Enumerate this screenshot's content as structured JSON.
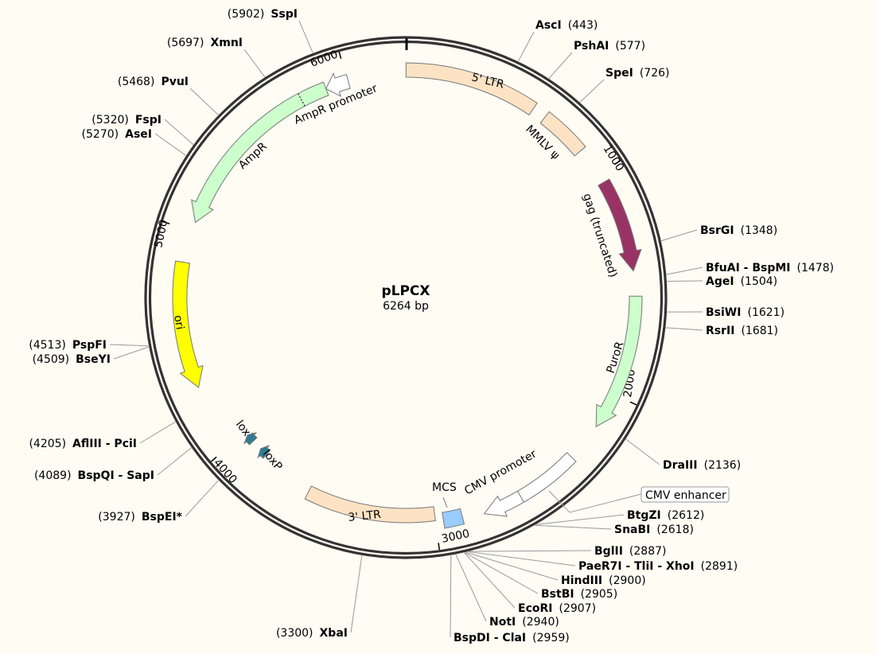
{
  "plasmid": {
    "name": "pLPCX",
    "length_label": "6264 bp",
    "length": 6264
  },
  "ticks": [
    {
      "value": 1000,
      "label": "1000"
    },
    {
      "value": 2000,
      "label": "2000"
    },
    {
      "value": 3000,
      "label": "3000"
    },
    {
      "value": 4000,
      "label": "4000"
    },
    {
      "value": 5000,
      "label": "5000"
    },
    {
      "value": 6000,
      "label": "6000"
    }
  ],
  "features": [
    {
      "label": "5' LTR",
      "start": 1,
      "end": 592,
      "direction": "none",
      "color": "#fde3c4"
    },
    {
      "label": "MMLV ψ",
      "start": 655,
      "end": 870,
      "direction": "none",
      "color": "#fde3c4"
    },
    {
      "label": "gag (truncated)",
      "start": 1040,
      "end": 1450,
      "direction": "forward",
      "color": "#993366"
    },
    {
      "label": "PuroR",
      "start": 1560,
      "end": 2160,
      "direction": "forward",
      "color": "#ccffcc"
    },
    {
      "label": "CMV promoter",
      "start": 2330,
      "end": 2785,
      "direction": "forward",
      "color": "#ffffff"
    },
    {
      "label": "MCS",
      "start": 2880,
      "end": 2965,
      "direction": "none",
      "color": "#99ccff"
    },
    {
      "label": "3' LTR",
      "start": 3000,
      "end": 3595,
      "direction": "none",
      "color": "#fde3c4"
    },
    {
      "label": "loxP",
      "start": 3855,
      "end": 3895,
      "direction": "forward",
      "color": "#2e7b93"
    },
    {
      "label": "loxP",
      "start": 3945,
      "end": 3985,
      "direction": "forward",
      "color": "#2e7b93"
    },
    {
      "label": "ori",
      "start": 4290,
      "end": 4855,
      "direction": "reverse",
      "color": "#ffff00"
    },
    {
      "label": "AmpR",
      "start": 5040,
      "end": 5900,
      "direction": "reverse",
      "color": "#ccffcc"
    },
    {
      "label": "AmpR promoter",
      "start": 5900,
      "end": 6005,
      "direction": "reverse",
      "color": "#ffffff"
    }
  ],
  "cmv_enhancer_label": "CMV enhancer",
  "sites": [
    {
      "name": "AscI",
      "position": "443",
      "bp": 443,
      "side": "right"
    },
    {
      "name": "PshAI",
      "position": "577",
      "bp": 577,
      "side": "right"
    },
    {
      "name": "SpeI",
      "position": "726",
      "bp": 726,
      "side": "right"
    },
    {
      "name": "BsrGI",
      "position": "1348",
      "bp": 1348,
      "side": "right"
    },
    {
      "name": "BfuAI - BspMI",
      "position": "1478",
      "bp": 1478,
      "side": "right"
    },
    {
      "name": "AgeI",
      "position": "1504",
      "bp": 1504,
      "side": "right"
    },
    {
      "name": "BsiWI",
      "position": "1621",
      "bp": 1621,
      "side": "right"
    },
    {
      "name": "RsrII",
      "position": "1681",
      "bp": 1681,
      "side": "right"
    },
    {
      "name": "DraIII",
      "position": "2136",
      "bp": 2136,
      "side": "right"
    },
    {
      "name": "BtgZI",
      "position": "2612",
      "bp": 2612,
      "side": "right"
    },
    {
      "name": "SnaBI",
      "position": "2618",
      "bp": 2618,
      "side": "right"
    },
    {
      "name": "BglII",
      "position": "2887",
      "bp": 2887,
      "side": "right"
    },
    {
      "name": "PaeR7I - TliI - XhoI",
      "position": "2891",
      "bp": 2891,
      "side": "right"
    },
    {
      "name": "HindIII",
      "position": "2900",
      "bp": 2900,
      "side": "right"
    },
    {
      "name": "BstBI",
      "position": "2905",
      "bp": 2905,
      "side": "right"
    },
    {
      "name": "EcoRI",
      "position": "2907",
      "bp": 2907,
      "side": "right"
    },
    {
      "name": "NotI",
      "position": "2940",
      "bp": 2940,
      "side": "right"
    },
    {
      "name": "BspDI - ClaI",
      "position": "2959",
      "bp": 2959,
      "side": "right"
    },
    {
      "name": "XbaI",
      "position": "3300",
      "bp": 3300,
      "side": "left"
    },
    {
      "name": "BspEI*",
      "position": "3927",
      "bp": 3927,
      "side": "left",
      "color": "#808080"
    },
    {
      "name": "BspQI - SapI",
      "position": "4089",
      "bp": 4089,
      "side": "left"
    },
    {
      "name": "AflIII - PciI",
      "position": "4205",
      "bp": 4205,
      "side": "left"
    },
    {
      "name": "PspFI",
      "position": "4513",
      "bp": 4513,
      "side": "left"
    },
    {
      "name": "BseYI",
      "position": "4509",
      "bp": 4509,
      "side": "left"
    },
    {
      "name": "AseI",
      "position": "5270",
      "bp": 5270,
      "side": "left"
    },
    {
      "name": "FspI",
      "position": "5320",
      "bp": 5320,
      "side": "left"
    },
    {
      "name": "PvuI",
      "position": "5468",
      "bp": 5468,
      "side": "left"
    },
    {
      "name": "XmnI",
      "position": "5697",
      "bp": 5697,
      "side": "left"
    },
    {
      "name": "SspI",
      "position": "5902",
      "bp": 5902,
      "side": "left"
    }
  ]
}
